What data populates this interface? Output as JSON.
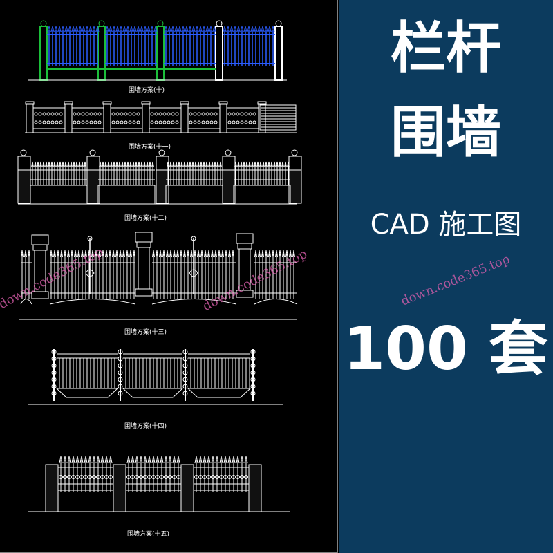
{
  "title_line1": "栏杆",
  "title_line2": "围墙",
  "subtitle": "CAD 施工图",
  "count": "100 套",
  "captions": [
    "围墙方案(十)",
    "围墙方案(十一)",
    "围墙方案(十二)",
    "围墙方案(十三)",
    "围墙方案(十四)",
    "围墙方案(十五)"
  ],
  "watermark": "down.code365.top",
  "colors": {
    "panel": "#0c3b5e",
    "cad_bg": "#000000",
    "line": "#ffffff",
    "blue": "#2b5cff",
    "green": "#1bbf3a",
    "watermark": "#e060b0"
  }
}
